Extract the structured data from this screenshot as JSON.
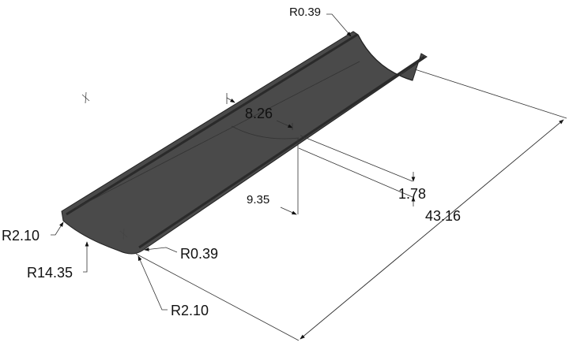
{
  "drawing": {
    "part_color": "#4a4a4a",
    "dimensions": {
      "radius_top": "R0.39",
      "width_angle": "8.26",
      "depth": "9.35",
      "lip": "1.78",
      "length": "43.16",
      "radius_left": "R2.10",
      "radius_large": "R14.35",
      "radius_front": "R0.39",
      "radius_bottom": "R2.10"
    }
  }
}
